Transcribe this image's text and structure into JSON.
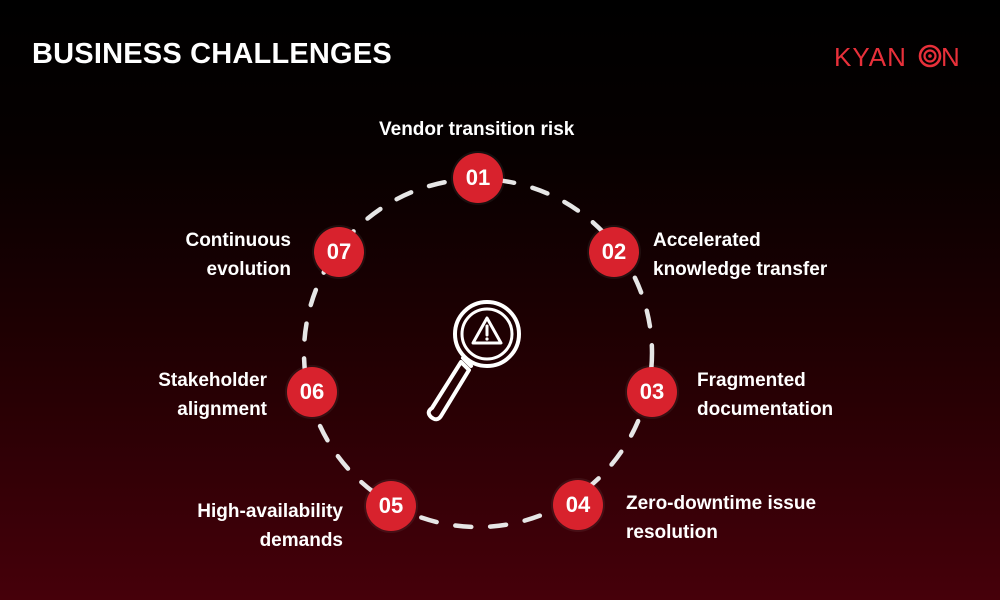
{
  "header": {
    "title": "BUSINESS CHALLENGES",
    "brand": "KYANON"
  },
  "colors": {
    "accent": "#d8222d",
    "brand": "#e8303a",
    "dash": "#e6e6e6"
  },
  "center": {
    "icon": "magnifier-warning-icon"
  },
  "challenges": [
    {
      "number": "01",
      "lines": [
        "Vendor transition risk"
      ]
    },
    {
      "number": "02",
      "lines": [
        "Accelerated",
        "knowledge transfer"
      ]
    },
    {
      "number": "03",
      "lines": [
        "Fragmented",
        "documentation"
      ]
    },
    {
      "number": "04",
      "lines": [
        "Zero-downtime issue",
        "resolution"
      ]
    },
    {
      "number": "05",
      "lines": [
        "High-availability",
        "demands"
      ]
    },
    {
      "number": "06",
      "lines": [
        "Stakeholder",
        "alignment"
      ]
    },
    {
      "number": "07",
      "lines": [
        "Continuous",
        "evolution"
      ]
    }
  ]
}
